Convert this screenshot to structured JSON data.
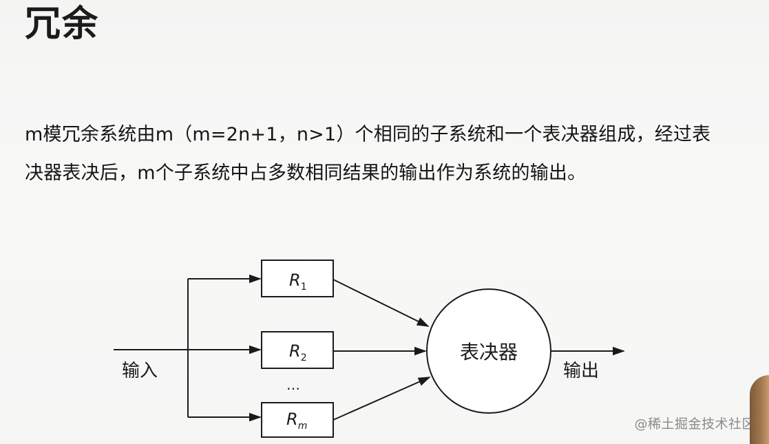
{
  "page": {
    "title": "冗余",
    "paragraph": {
      "line1": "m模冗余系统由m（m=2n+1，n>1）个相同的子系统和一个表决器组成，经过表",
      "line2": "决器表决后，m个子系统中占多数相同结果的输出作为系统的输出。"
    },
    "watermark": "@稀土掘金技术社区"
  },
  "diagram": {
    "input_label": "输入",
    "output_label": "输出",
    "voter_label": "表决器",
    "ellipsis": "…",
    "modules": [
      {
        "base": "R",
        "sub": "1"
      },
      {
        "base": "R",
        "sub": "2"
      },
      {
        "base": "R",
        "sub": "m"
      }
    ]
  }
}
